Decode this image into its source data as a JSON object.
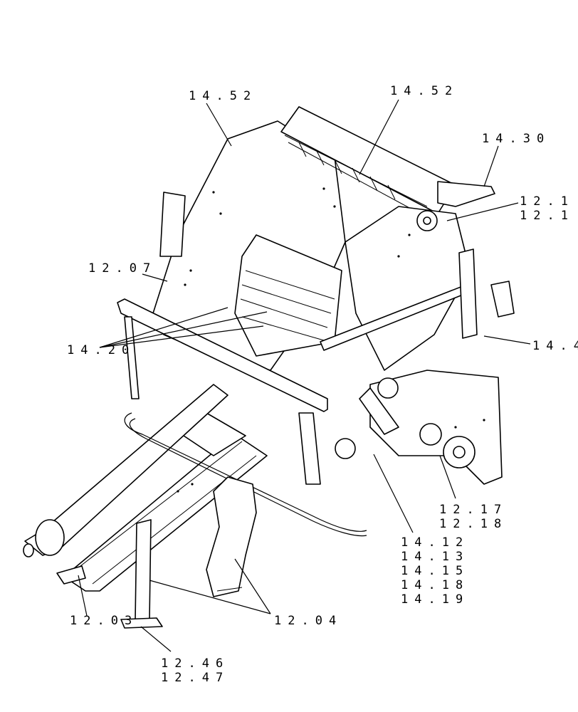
{
  "callouts": [
    {
      "id": "top-left-1452",
      "text": "14.52"
    },
    {
      "id": "top-center-1452",
      "text": "14.52"
    },
    {
      "id": "right-1430",
      "text": "14.30"
    },
    {
      "id": "right-1211",
      "text": "12.1"
    },
    {
      "id": "right-1212",
      "text": "12.1"
    },
    {
      "id": "left-1207",
      "text": "12.07"
    },
    {
      "id": "left-1420",
      "text": "14.20"
    },
    {
      "id": "right-144",
      "text": "14.4"
    },
    {
      "id": "bottom-1217",
      "text": "12.17"
    },
    {
      "id": "bottom-1218",
      "text": "12.18"
    },
    {
      "id": "bottom-1412",
      "text": "14.12"
    },
    {
      "id": "bottom-1413",
      "text": "14.13"
    },
    {
      "id": "bottom-1415",
      "text": "14.15"
    },
    {
      "id": "bottom-1418",
      "text": "14.18"
    },
    {
      "id": "bottom-1419",
      "text": "14.19"
    },
    {
      "id": "bottom-1203",
      "text": "12.03"
    },
    {
      "id": "bottom-1204",
      "text": "12.04"
    },
    {
      "id": "bottom-1246",
      "text": "12.46"
    },
    {
      "id": "bottom-1247",
      "text": "12.47"
    }
  ]
}
